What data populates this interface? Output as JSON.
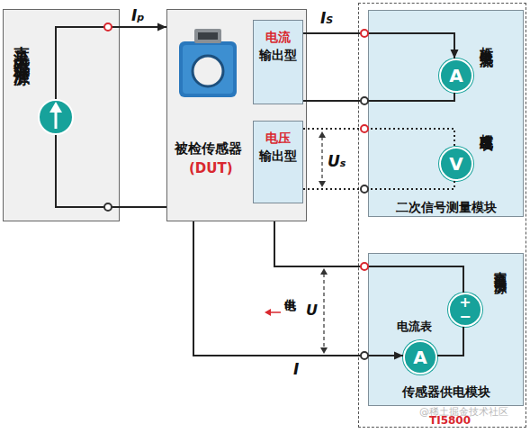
{
  "diagram": {
    "nodes": [
      {
        "text": [
          "直流大电流标准源"
        ]
      },
      {
        "text": [
          "被检传感器",
          "(DUT)"
        ]
      },
      {
        "text": [
          "电流",
          "输出型"
        ],
        "in": 1
      },
      {
        "text": [
          "电压",
          "输出型"
        ],
        "in": 1
      },
      {
        "text": [
          "TI5800"
        ]
      },
      {
        "text": [
          "二次信号测量模块"
        ],
        "in": 4
      },
      {
        "text": [
          "A"
        ],
        "in": 5
      },
      {
        "text": [
          "V"
        ],
        "in": 5
      },
      {
        "text": [
          "传感器供电模块"
        ],
        "in": 4
      },
      {
        "text": [
          "A"
        ],
        "in": 8
      },
      {
        "text": [
          "+",
          "−"
        ],
        "in": 8
      }
    ],
    "edges": [
      {
        "from": 0,
        "to": 1,
        "arrow": "to",
        "label": "Ip"
      },
      {
        "from": 0,
        "to": 1,
        "arrow": "none"
      },
      {
        "from": 2,
        "to": 6,
        "arrow": "to",
        "label": "IS"
      },
      {
        "from": 2,
        "to": 6,
        "arrow": "none"
      },
      {
        "from": 3,
        "to": 7,
        "arrow": "none"
      },
      {
        "from": 3,
        "to": 7,
        "arrow": "none"
      },
      {
        "from": 1,
        "to": 10,
        "arrow": "none"
      },
      {
        "from": 1,
        "to": 9,
        "arrow": "to",
        "label": "I"
      },
      {
        "from": 9,
        "to": 10,
        "arrow": "none"
      }
    ],
    "labels": [
      "标准电流表",
      "标准电压表",
      "Us",
      "供电",
      "U",
      "电流表",
      "直流可调电压源",
      "@稀土掘金技术社区"
    ]
  }
}
